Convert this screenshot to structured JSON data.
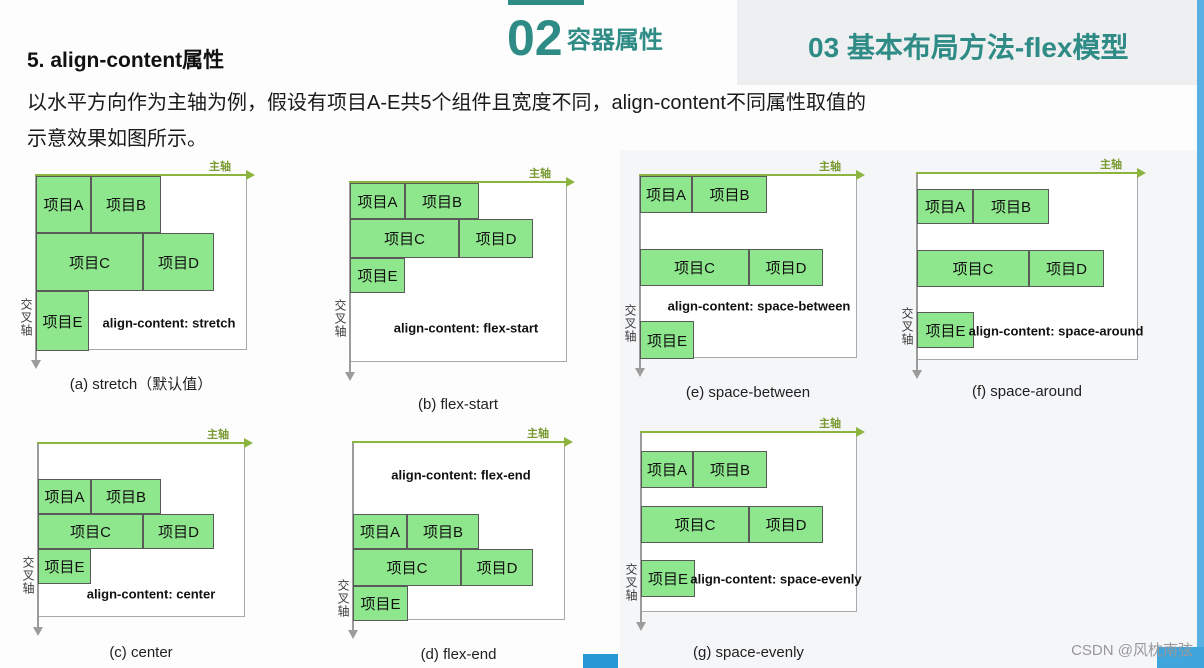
{
  "header": {
    "section_number": "02",
    "section_label": "容器属性",
    "right_title": "03 基本布局方法-flex模型"
  },
  "body_text": {
    "title": "5. align-content属性",
    "line1": "以水平方向作为主轴为例，假设有项目A-E共5个组件且宽度不同，align-content不同属性取值的",
    "line2": "示意效果如图所示。"
  },
  "axes": {
    "main": "主轴",
    "cross": "交叉轴"
  },
  "diagrams": [
    {
      "caption": "(a)  stretch（默认值）",
      "label": "align-content: stretch",
      "items": [
        "项目A",
        "项目B",
        "项目C",
        "项目D",
        "项目E"
      ]
    },
    {
      "caption": "(b)  flex-start",
      "label": "align-content: flex-start",
      "items": [
        "项目A",
        "项目B",
        "项目C",
        "项目D",
        "项目E"
      ]
    },
    {
      "caption": "(c)  center",
      "label": "align-content: center",
      "items": [
        "项目A",
        "项目B",
        "项目C",
        "项目D",
        "项目E"
      ]
    },
    {
      "caption": "(d)  flex-end",
      "label": "align-content: flex-end",
      "items": [
        "项目A",
        "项目B",
        "项目C",
        "项目D",
        "项目E"
      ]
    },
    {
      "caption": "(e)  space-between",
      "label": "align-content: space-between",
      "items": [
        "项目A",
        "项目B",
        "项目C",
        "项目D",
        "项目E"
      ]
    },
    {
      "caption": "(f)  space-around",
      "label": "align-content: space-around",
      "items": [
        "项目A",
        "项目B",
        "项目C",
        "项目D",
        "项目E"
      ]
    },
    {
      "caption": "(g)  space-evenly",
      "label": "align-content: space-evenly",
      "items": [
        "项目A",
        "项目B",
        "项目C",
        "项目D",
        "项目E"
      ]
    }
  ],
  "watermark": "CSDN @风枕南弦",
  "colors": {
    "accent_teal": "#2e8b85",
    "item_green": "#8fe78d",
    "axis_green": "#8cb43e",
    "edge_blue": "#58b0e3",
    "corner_blue": "#3fa5dd",
    "bottom_blue": "#2798d5"
  }
}
